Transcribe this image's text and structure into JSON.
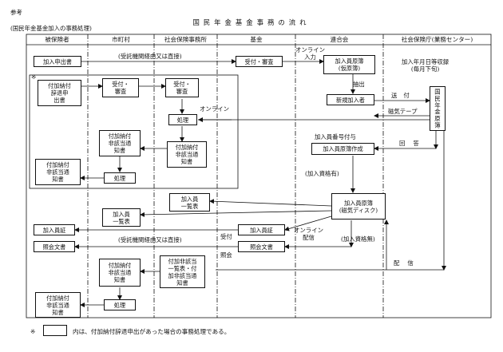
{
  "header": {
    "note_label": "参考",
    "title": "国民年金基金事務の流れ",
    "subtitle": "(国民年金基金加入の事務処理)"
  },
  "columns": [
    "被保険者",
    "市町村",
    "社会保険事務所",
    "基金",
    "連合会",
    "社会保険庁(業務センター)"
  ],
  "boxes": {
    "enrollment_app": "加入申出書",
    "exempt_app": "付加納付\n辞退申\n出書",
    "receive_review_city": "受付・\n審査",
    "receive_review_office": "受付・\n審査",
    "processing_office": "処理",
    "notice_city_1": "付加納付\n非該当通\n知書",
    "notice_office": "付加納付\n非該当通\n知書",
    "notice_insured_1": "付加納付\n非該当通\n知書",
    "processing_city_1": "処理",
    "receive_review_fund": "受付・審査",
    "roster_temp": "加入員原簿\n(仮原簿)",
    "new_member": "新規加入者",
    "pension_ledger": "国民年金原簿",
    "roster_create": "加入員原簿作成",
    "roster_disk": "加入員原簿\n(磁気ディスク)",
    "list_office": "加入員\n一覧表",
    "list_city": "加入員\n一覧表",
    "member_cert_fund": "加入員証",
    "member_cert_insured": "加入員証",
    "inquiry_fund": "照会文書",
    "inquiry_insured": "照会文書",
    "notice_list_office": "付加非該当\n一覧表・付\n加非該当通\n知書",
    "notice_city_2": "付加納付\n非該当通\n知書",
    "processing_city_2": "処理",
    "notice_insured_2": "付加納付\n非該当通\n知書"
  },
  "labels": {
    "via_consign_1": "(受託機関経由又は直接)",
    "via_consign_2": "(受託機関経由又は直接)",
    "online_input": "オンライン\n入力",
    "extract": "抽出",
    "online_office": "オンライン",
    "send": "送付",
    "mag_tape": "磁気テープ",
    "join_date": "加入年月日等収録\n(毎月下旬)",
    "member_no": "加入員番号付与",
    "reply": "回答",
    "with_eligibility": "(加入資格有)",
    "online_delivery": "オンライン\n配信",
    "without_eligibility": "(加入資格無)",
    "receipt": "受付",
    "inquiry": "照会",
    "delivery": "配信",
    "asterisk": "※"
  },
  "footnote": {
    "mark": "※",
    "text": "内は、付加納付辞退申出があった場合の事務処理である。"
  }
}
